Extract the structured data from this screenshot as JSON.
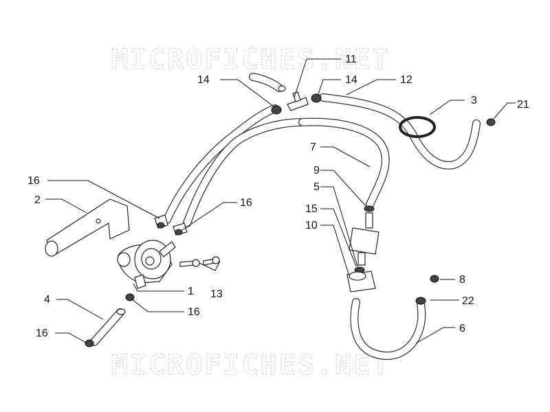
{
  "watermark": {
    "top": "MICROFICHES.NET",
    "bottom": "MICROFICHES.NET"
  },
  "callouts": {
    "c1": "1",
    "c2": "2",
    "c3": "3",
    "c4": "4",
    "c5": "5",
    "c6": "6",
    "c7": "7",
    "c8": "8",
    "c9": "9",
    "c10": "10",
    "c11": "11",
    "c12": "12",
    "c13": "13",
    "c14a": "14",
    "c14b": "14",
    "c15": "15",
    "c16a": "16",
    "c16b": "16",
    "c16c": "16",
    "c16d": "16",
    "c21": "21",
    "c22": "22"
  }
}
